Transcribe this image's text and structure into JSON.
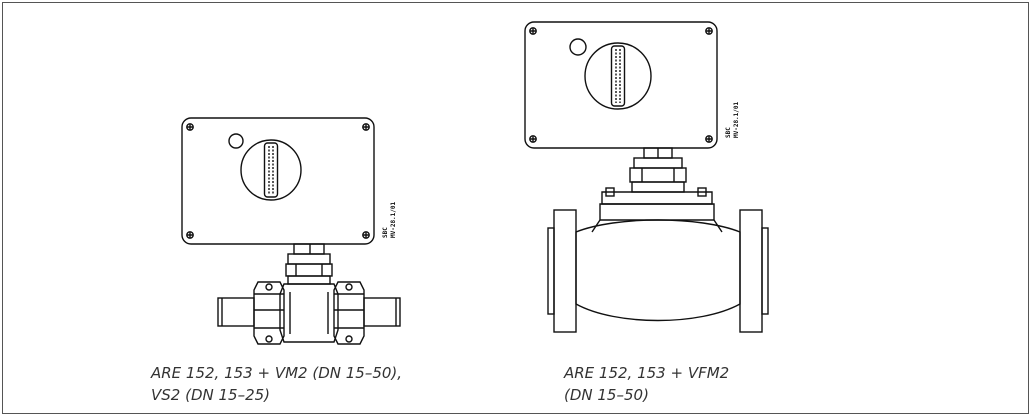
{
  "figures": [
    {
      "id": "left",
      "caption_line1": "ARE 152, 153 + VM2 (DN 15–50),",
      "caption_line2": "VS2 (DN 15–25)",
      "drawing_code_line1": "SBC",
      "drawing_code_line2": "MV-28.1/01"
    },
    {
      "id": "right",
      "caption_line1": "ARE 152, 153 + VFM2",
      "caption_line2": "(DN 15–50)",
      "drawing_code_line1": "SBC",
      "drawing_code_line2": "MV-28.1/01"
    }
  ],
  "colors": {
    "line": "#111111",
    "frame": "#555555",
    "caption": "#333333"
  }
}
